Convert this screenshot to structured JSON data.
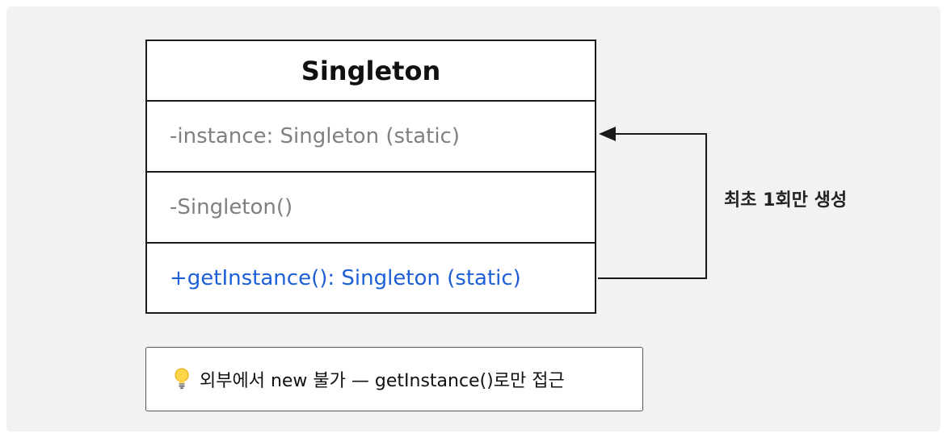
{
  "uml_class": {
    "name": "Singleton",
    "attribute": "-instance: Singleton (static)",
    "constructor": "-Singleton()",
    "method": "+getInstance(): Singleton (static)"
  },
  "self_association": {
    "label": "최초 1회만 생성"
  },
  "note": {
    "icon": "lightbulb-icon",
    "text": "외부에서 new 불가 — getInstance()로만 접근"
  },
  "colors": {
    "public_member": "#1d5fd8",
    "private_member": "#808080",
    "background": "#f2f2f2"
  }
}
